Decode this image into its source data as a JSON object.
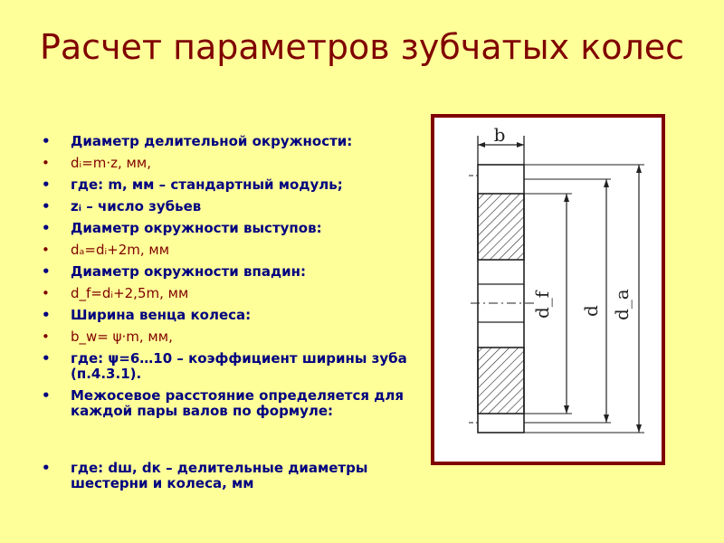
{
  "slide": {
    "title": "Расчет параметров зубчатых колес",
    "bullets": [
      {
        "text": "Диаметр делительной окружности:",
        "style": "blue"
      },
      {
        "text": "dᵢ=m·z, мм,",
        "style": "red"
      },
      {
        "text": "где: m, мм – стандартный модуль;",
        "style": "blue"
      },
      {
        "text": "zᵢ – число зубьев",
        "style": "blue"
      },
      {
        "text": "Диаметр окружности выступов:",
        "style": "blue"
      },
      {
        "text": "dₐ=dᵢ+2m, мм",
        "style": "red"
      },
      {
        "text": "Диаметр окружности впадин:",
        "style": "blue"
      },
      {
        "text": "d_f=dᵢ+2,5m, мм",
        "style": "red"
      },
      {
        "text": "Ширина венца колеса:",
        "style": "blue"
      },
      {
        "text": "b_w= ψ·m, мм,",
        "style": "red"
      },
      {
        "text": " где:   ψ=6…10 – коэффициент ширины зуба (п.4.3.1).",
        "style": "blue"
      },
      {
        "text": "Межосевое расстояние определяется для каждой пары валов по формуле:",
        "style": "blue"
      },
      {
        "text": "где: dш, dк – делительные диаметры шестерни и колеса, мм",
        "style": "blue"
      }
    ]
  },
  "figure": {
    "label_b": "b",
    "label_df": "d_f",
    "label_d": "d",
    "label_da": "d_a"
  },
  "colors": {
    "background": "#ffff99",
    "title": "#800000",
    "text_blue": "#000080",
    "text_red": "#800000",
    "frame": "#800000"
  }
}
